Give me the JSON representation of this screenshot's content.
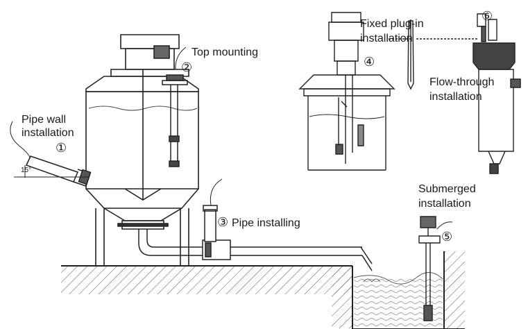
{
  "labels": {
    "pipe_wall": "Pipe wall installation",
    "top_mounting": "Top mounting",
    "pipe_installing": "Pipe installing",
    "fixed_plug_in": "Fixed plug-in installation",
    "flow_through": "Flow-through installation",
    "submerged": "Submerged installation"
  },
  "markers": {
    "m1": "①",
    "m2": "②",
    "m3": "③",
    "m4": "④",
    "m5": "⑤",
    "m6": "⑥"
  },
  "angle": "15°"
}
